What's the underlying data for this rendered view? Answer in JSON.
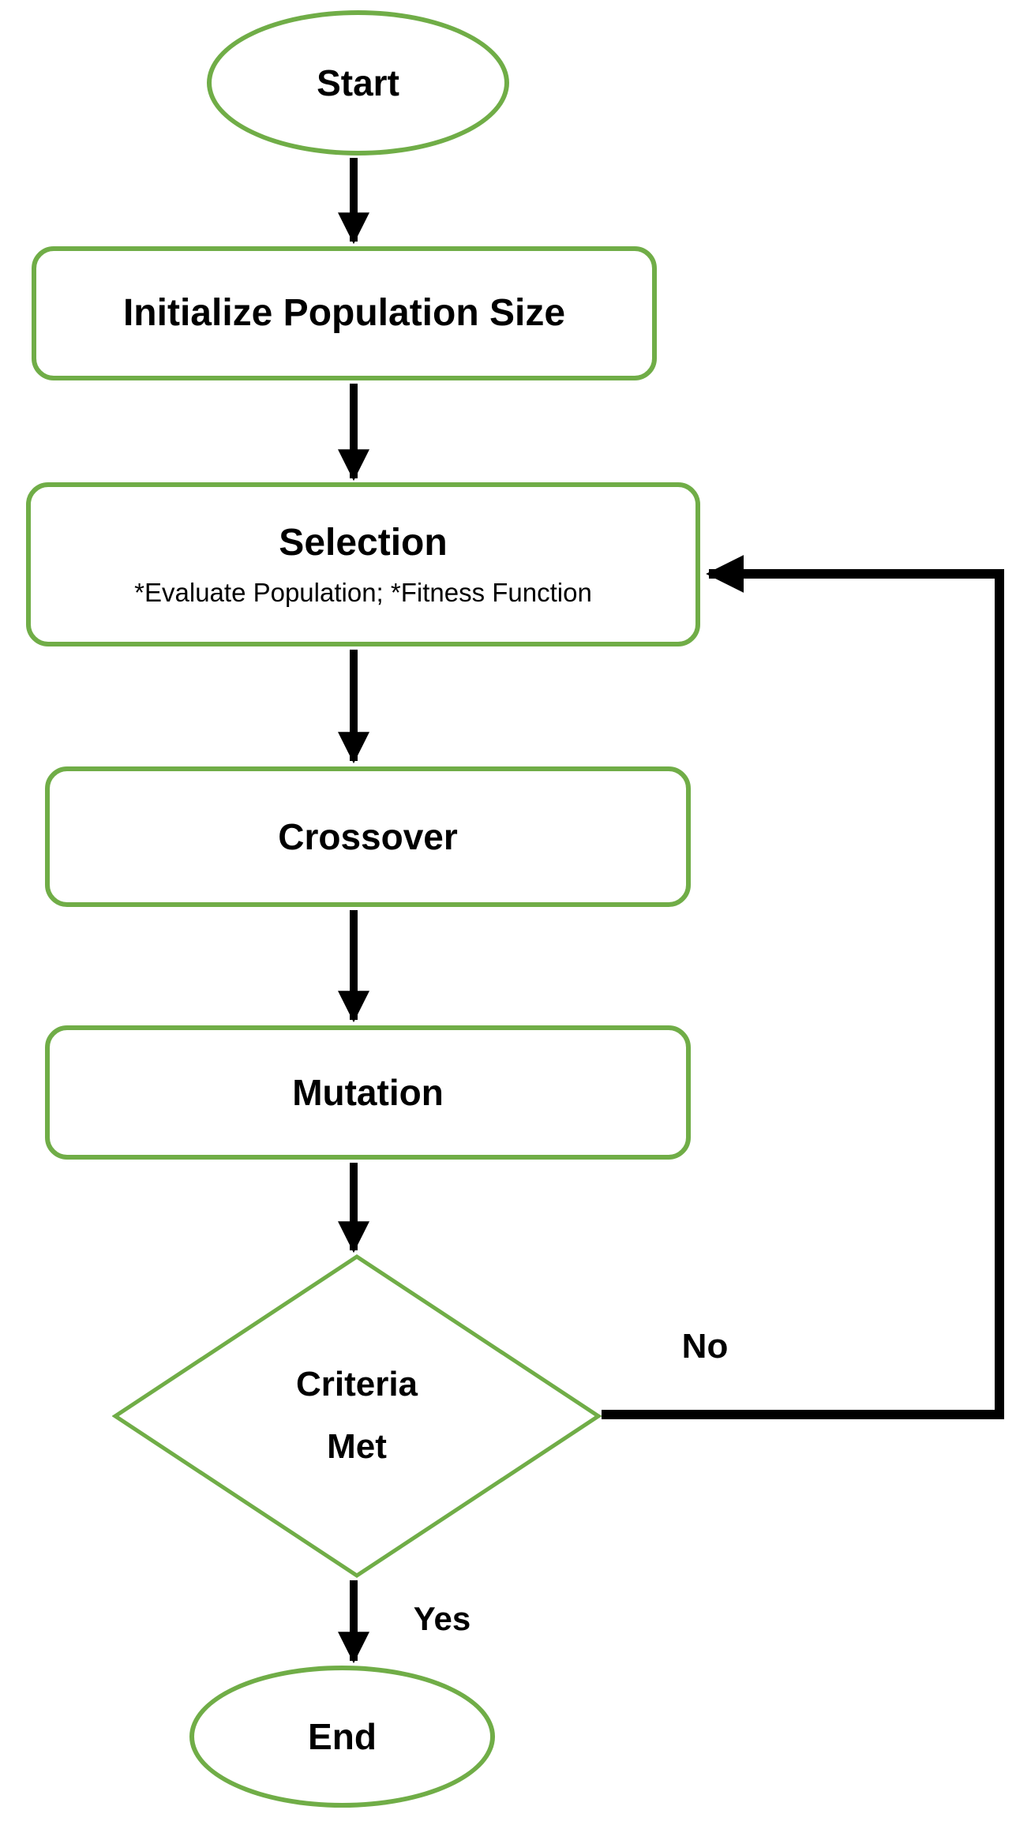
{
  "flowchart": {
    "colors": {
      "shape_border": "#70AD47",
      "connector": "#000000",
      "text": "#000000",
      "background": "#ffffff"
    },
    "nodes": {
      "start": {
        "shape": "ellipse",
        "label": "Start"
      },
      "initialize": {
        "shape": "rounded-rectangle",
        "label": "Initialize Population Size"
      },
      "selection": {
        "shape": "rounded-rectangle",
        "title": "Selection",
        "subtitle": "*Evaluate Population; *Fitness Function"
      },
      "crossover": {
        "shape": "rounded-rectangle",
        "label": "Crossover"
      },
      "mutation": {
        "shape": "rounded-rectangle",
        "label": "Mutation"
      },
      "decision": {
        "shape": "diamond",
        "label_line1": "Criteria",
        "label_line2": "Met"
      },
      "end": {
        "shape": "ellipse",
        "label": "End"
      }
    },
    "edges": [
      {
        "from": "start",
        "to": "initialize",
        "label": ""
      },
      {
        "from": "initialize",
        "to": "selection",
        "label": ""
      },
      {
        "from": "selection",
        "to": "crossover",
        "label": ""
      },
      {
        "from": "crossover",
        "to": "mutation",
        "label": ""
      },
      {
        "from": "mutation",
        "to": "decision",
        "label": ""
      },
      {
        "from": "decision",
        "to": "selection",
        "label": "No"
      },
      {
        "from": "decision",
        "to": "end",
        "label": "Yes"
      }
    ]
  }
}
